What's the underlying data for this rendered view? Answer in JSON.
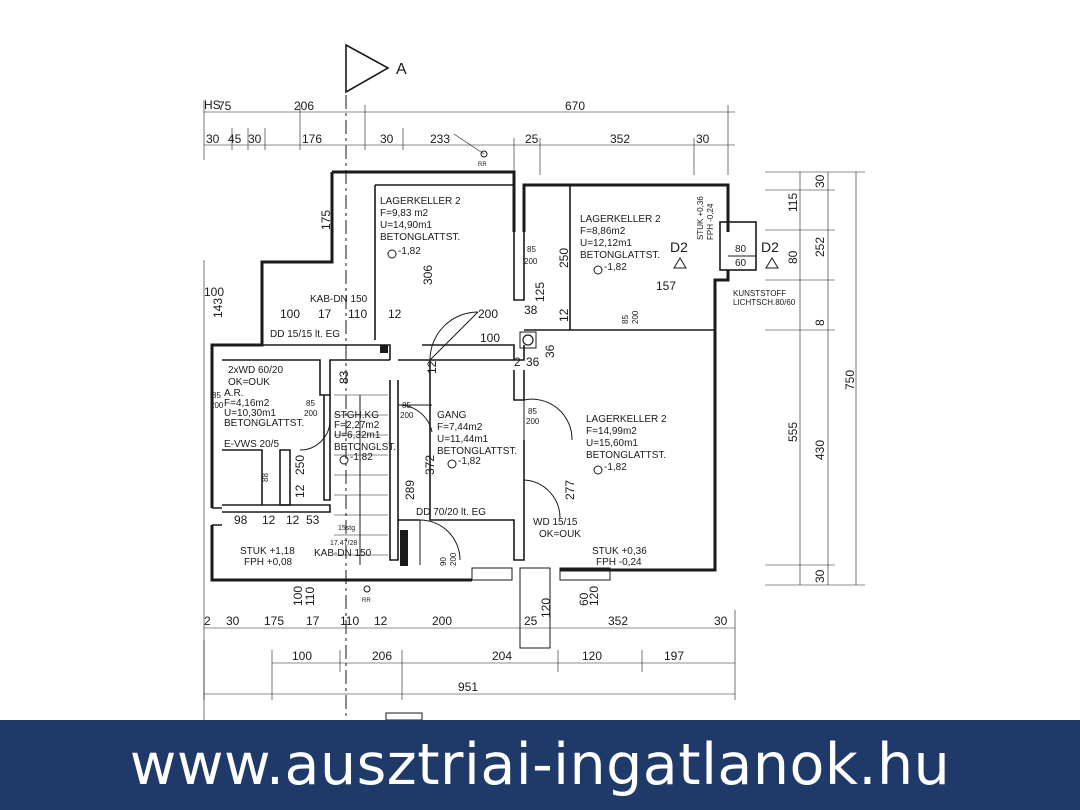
{
  "north_marker": "A",
  "dims_top_row1": [
    "75",
    "206",
    "670"
  ],
  "dims_top_row2": [
    "30",
    "45",
    "30",
    "176",
    "30",
    "233",
    "25",
    "352",
    "30"
  ],
  "dims_right": [
    "115",
    "30",
    "252",
    "80",
    "8",
    "750",
    "555",
    "430",
    "30"
  ],
  "dims_bottom_row1": [
    "2",
    "30",
    "175",
    "17",
    "110",
    "12",
    "200",
    "25",
    "352",
    "30"
  ],
  "dims_bottom_row2": [
    "100",
    "206",
    "204",
    "120",
    "197"
  ],
  "dims_bottom_total": "951",
  "dims_left": [
    "100",
    "143"
  ],
  "rooms": {
    "lk2_top": [
      "LAGERKELLER 2",
      "F=9,83 m2",
      "U=14,90m1",
      "BETONGLATTST.",
      "-1,82"
    ],
    "lk2_right": [
      "LAGERKELLER 2",
      "F=8,86m2",
      "U=12,12m1",
      "BETONGLATTST.",
      "-1,82"
    ],
    "lk2_bottom": [
      "LAGERKELLER 2",
      "F=14,99m2",
      "U=15,60m1",
      "BETONGLATTST.",
      "-1,82"
    ],
    "gang": [
      "GANG",
      "F=7,44m2",
      "U=11,44m1",
      "BETONGLATTST.",
      "-1,82"
    ],
    "stghkg": [
      "STGH.KG",
      "F=2,27m2",
      "U=6,32m1",
      "BETONGLST.",
      "-1,82"
    ],
    "ar": [
      "A.R.",
      "F=4,16m2",
      "U=10,30m1",
      "BETONGLATTST."
    ]
  },
  "annotations": {
    "kab_dn_top": "KAB-DN 150",
    "kab_dn_bottom": "KAB-DN 150",
    "dd_top": "DD 15/15 lt. EG",
    "dd_bottom": "DD 70/20 lt. EG",
    "wd_left": "2xWD 60/20",
    "wd_left_ok": "OK=OUK",
    "wd_bottom": "WD 15/15",
    "wd_bottom_ok": "OK=OUK",
    "evws": "E-VWS 20/5",
    "stuk_left": "STUK +1,18",
    "fph_left": "FPH +0,08",
    "stuk_right": "STUK +0,36",
    "fph_right": "FPH -0,24",
    "stuk_top": "STUK +0,36",
    "fph_top": "FPH -0,24",
    "kunststoff": "KUNSTSTOFF",
    "lichtsch": "LICHTSCH.80/60",
    "d2": "D2",
    "steps": "15stg",
    "steps_ratio": "17.47/28",
    "window_80": "80",
    "window_60": "60",
    "rr": "RR"
  },
  "inner_dims": [
    "175",
    "306",
    "85",
    "200",
    "250",
    "125",
    "38",
    "12",
    "36",
    "2",
    "36",
    "157",
    "100",
    "17",
    "110",
    "12",
    "200",
    "100",
    "83",
    "12",
    "85",
    "200",
    "85",
    "200",
    "85",
    "200",
    "372",
    "289",
    "277",
    "85",
    "200",
    "98",
    "12",
    "12",
    "53",
    "12",
    "250",
    "88",
    "90",
    "200",
    "120",
    "60",
    "100",
    "110",
    "120",
    "85",
    "200"
  ],
  "watermark": "www.ausztriai-ingatlanok.hu"
}
